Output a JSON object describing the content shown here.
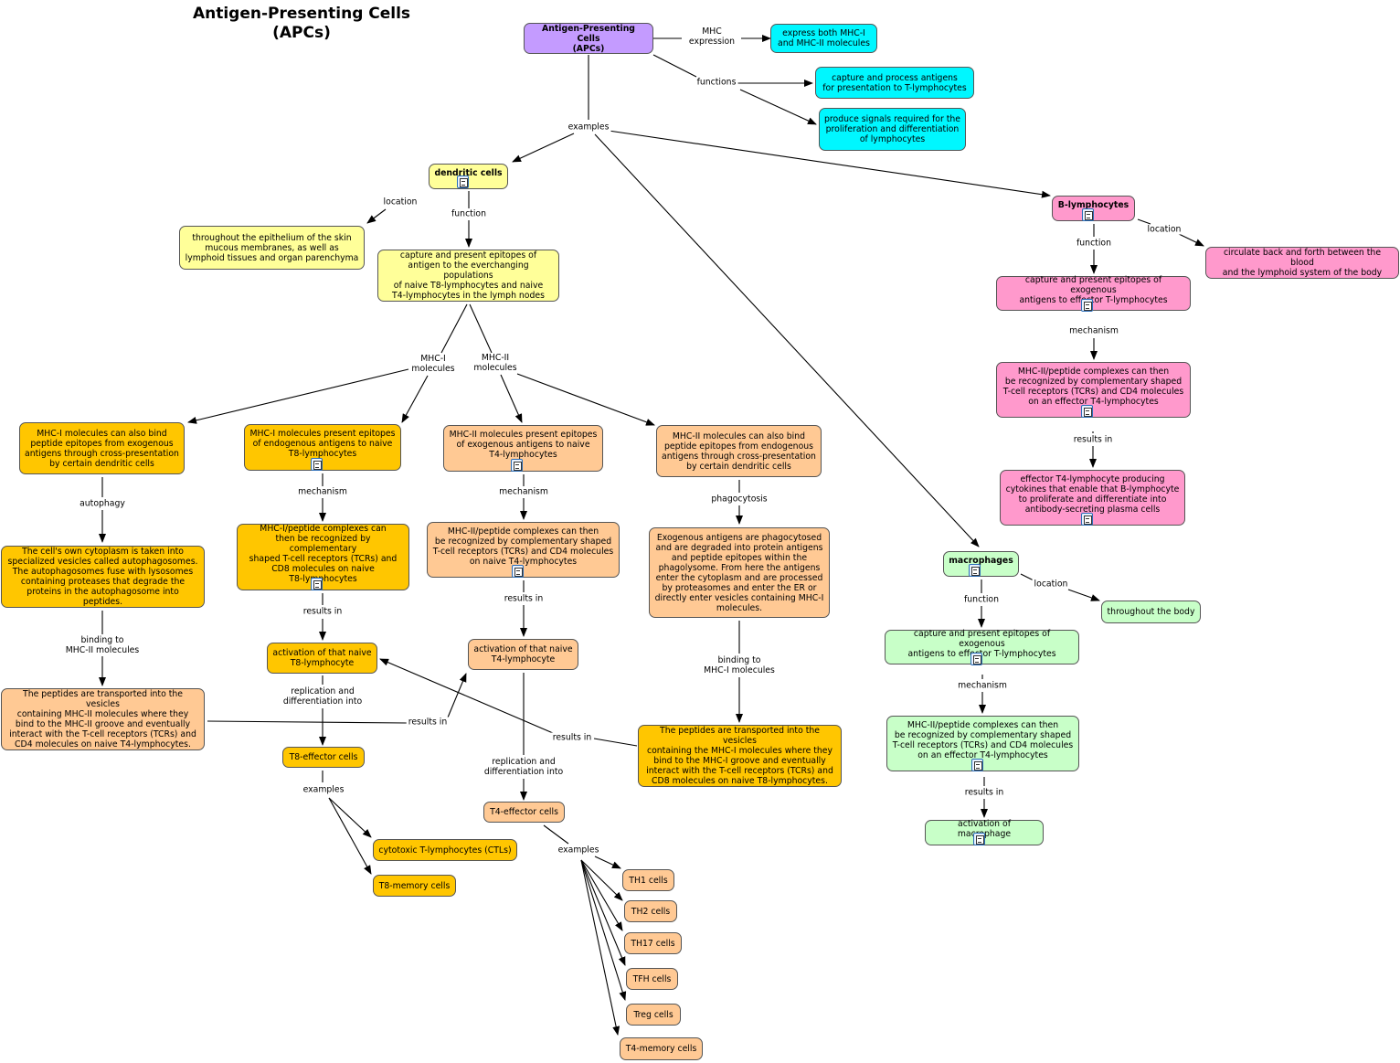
{
  "title": "Antigen-Presenting Cells\n(APCs)",
  "colors": {
    "purple": "#c49bff",
    "cyan": "#00f7ff",
    "yellow": "#ffff99",
    "gold": "#ffc600",
    "peach": "#ffc994",
    "pink": "#ff99cc",
    "green": "#c8ffc8",
    "line": "#000000"
  },
  "nodes": [
    {
      "id": "apc",
      "text": "Antigen-Presenting Cells\n(APCs)",
      "color": "purple",
      "bold": true,
      "icon": false
    },
    {
      "id": "mhc_both",
      "text": "express both MHC-I\nand MHC-II molecules",
      "color": "cyan",
      "icon": false
    },
    {
      "id": "capture_process",
      "text": "capture and process antigens\nfor presentation to T-lymphocytes",
      "color": "cyan",
      "icon": false
    },
    {
      "id": "signals",
      "text": "produce signals required for the\nproliferation and differentiation\nof lymphocytes",
      "color": "cyan",
      "icon": false
    },
    {
      "id": "dendritic",
      "text": "dendritic cells",
      "color": "yellow",
      "bold": true,
      "icon": true
    },
    {
      "id": "dc_location",
      "text": "throughout the epithelium of the skin\nmucous membranes, as well as\nlymphoid tissues and organ parenchyma",
      "color": "yellow",
      "icon": false
    },
    {
      "id": "dc_function",
      "text": "capture and  present epitopes of\nantigen to the everchanging populations\nof naive T8-lymphocytes and naive\nT4-lymphocytes in the lymph nodes",
      "color": "yellow",
      "icon": false
    },
    {
      "id": "mhc1_cross",
      "text": "MHC-I molecules can also bind\npeptide epitopes from exogenous\nantigens through cross-presentation\nby certain dendritic cells",
      "color": "gold",
      "icon": false
    },
    {
      "id": "mhc1_endo",
      "text": "MHC-I molecules present epitopes\nof endogenous antigens to naive\nT8-lymphocytes",
      "color": "gold",
      "icon": true
    },
    {
      "id": "mhc2_exo",
      "text": "MHC-II molecules present epitopes\nof exogenous antigens to naive\nT4-lymphocytes",
      "color": "peach",
      "icon": true
    },
    {
      "id": "mhc2_cross",
      "text": "MHC-II molecules can also bind\npeptide epitopes from endogenous\nantigens through cross-presentation\nby certain dendritic cells",
      "color": "peach",
      "icon": false
    },
    {
      "id": "autophago",
      "text": "The cell's own cytoplasm is taken into\nspecialized vesicles called autophagosomes.\nThe autophagosomes fuse with lysosomes\ncontaining proteases that degrade the\nproteins in the autophagosome into peptides.",
      "color": "gold",
      "icon": false
    },
    {
      "id": "mhc1_complex",
      "text": "MHC-I/peptide complexes can\nthen be recognized by complementary\nshaped T-cell receptors (TCRs) and\nCD8 molecules on naive\nT8-lymphocytes",
      "color": "gold",
      "icon": true
    },
    {
      "id": "mhc2_complex",
      "text": "MHC-II/peptide complexes can then\nbe recognized by complementary shaped\nT-cell receptors (TCRs) and CD4 molecules\non naive T4-lymphocytes",
      "color": "peach",
      "icon": true
    },
    {
      "id": "exo_phago",
      "text": "Exogenous antigens are phagocytosed\nand are degraded into protein antigens\nand peptide epitopes within the\nphagolysome. From here the antigens\nenter the cytoplasm and are processed\nby proteasomes and enter the ER or\ndirectly enter vesicles containing MHC-I\nmolecules.",
      "color": "peach",
      "icon": false
    },
    {
      "id": "peptides_mhc2",
      "text": "The peptides are transported into the vesicles\ncontaining MHC-II molecules where they\nbind to the MHC-II groove and eventually\ninteract with the T-cell receptors (TCRs) and\nCD4 molecules on naive T4-lymphocytes.",
      "color": "peach",
      "icon": false
    },
    {
      "id": "act_t8",
      "text": "activation of that naive\nT8-lymphocyte",
      "color": "gold",
      "icon": false
    },
    {
      "id": "act_t4",
      "text": "activation of that naive\nT4-lymphocyte",
      "color": "peach",
      "icon": false
    },
    {
      "id": "peptides_mhc1",
      "text": "The peptides are transported into the vesicles\ncontaining the MHC-I molecules where they\nbind to the MHC-I groove and eventually\ninteract with the T-cell receptors (TCRs) and\nCD8 molecules on naive T8-lymphocytes.",
      "color": "gold",
      "icon": false
    },
    {
      "id": "t8_effector",
      "text": "T8-effector cells",
      "color": "gold",
      "icon": false
    },
    {
      "id": "ctl",
      "text": "cytotoxic T-lymphocytes (CTLs)",
      "color": "gold",
      "icon": false
    },
    {
      "id": "t8_memory",
      "text": "T8-memory cells",
      "color": "gold",
      "icon": false
    },
    {
      "id": "t4_effector",
      "text": "T4-effector cells",
      "color": "peach",
      "icon": false
    },
    {
      "id": "th1",
      "text": "TH1 cells",
      "color": "peach",
      "icon": false
    },
    {
      "id": "th2",
      "text": "TH2 cells",
      "color": "peach",
      "icon": false
    },
    {
      "id": "th17",
      "text": "TH17 cells",
      "color": "peach",
      "icon": false
    },
    {
      "id": "tfh",
      "text": "TFH cells",
      "color": "peach",
      "icon": false
    },
    {
      "id": "treg",
      "text": "Treg cells",
      "color": "peach",
      "icon": false
    },
    {
      "id": "t4_memory",
      "text": "T4-memory cells",
      "color": "peach",
      "icon": false
    },
    {
      "id": "b_lymph",
      "text": "B-lymphocytes",
      "color": "pink",
      "bold": true,
      "icon": true
    },
    {
      "id": "b_location",
      "text": "circulate back and forth between the blood\nand the lymphoid system of the body",
      "color": "pink",
      "icon": false
    },
    {
      "id": "b_function",
      "text": "capture and present epitopes of exogenous\nantigens to effector T-lymphocytes",
      "color": "pink",
      "icon": true
    },
    {
      "id": "b_mechanism",
      "text": "MHC-II/peptide complexes can then\nbe recognized by complementary shaped\nT-cell receptors (TCRs) and CD4 molecules\non an effector T4-lymphocytes",
      "color": "pink",
      "icon": true
    },
    {
      "id": "b_result",
      "text": "effector T4-lymphocyte producing\ncytokines that enable that B-lymphocyte\nto proliferate and differentiate into\nantibody-secreting plasma cells",
      "color": "pink",
      "icon": true
    },
    {
      "id": "macrophages",
      "text": "macrophages",
      "color": "green",
      "bold": true,
      "icon": true
    },
    {
      "id": "m_location",
      "text": "throughout the body",
      "color": "green",
      "icon": false
    },
    {
      "id": "m_function",
      "text": "capture and present epitopes of exogenous\nantigens to effector T-lymphocytes",
      "color": "green",
      "icon": true
    },
    {
      "id": "m_mechanism",
      "text": "MHC-II/peptide complexes can then\nbe recognized by complementary shaped\nT-cell receptors (TCRs) and CD4 molecules\non an effector T4-lymphocytes",
      "color": "green",
      "icon": true
    },
    {
      "id": "m_result",
      "text": "activation of macrophage",
      "color": "green",
      "icon": true
    }
  ],
  "edge_labels": [
    {
      "id": "l_mhc_expr",
      "text": "MHC\nexpression"
    },
    {
      "id": "l_functions",
      "text": "functions"
    },
    {
      "id": "l_examples",
      "text": "examples"
    },
    {
      "id": "l_dc_location",
      "text": "location"
    },
    {
      "id": "l_dc_function",
      "text": "function"
    },
    {
      "id": "l_mhc1_mol",
      "text": "MHC-I\nmolecules"
    },
    {
      "id": "l_mhc2_mol",
      "text": "MHC-II\nmolecules"
    },
    {
      "id": "l_autophagy",
      "text": "autophagy"
    },
    {
      "id": "l_mech1",
      "text": "mechanism"
    },
    {
      "id": "l_mech2",
      "text": "mechanism"
    },
    {
      "id": "l_phago",
      "text": "phagocytosis"
    },
    {
      "id": "l_bind_mhc2",
      "text": "binding to\nMHC-II molecules"
    },
    {
      "id": "l_res1",
      "text": "results in"
    },
    {
      "id": "l_res2",
      "text": "results in"
    },
    {
      "id": "l_bind_mhc1",
      "text": "binding to\nMHC-I molecules"
    },
    {
      "id": "l_repl1",
      "text": "replication and\ndifferentiation into"
    },
    {
      "id": "l_res_left",
      "text": "results in"
    },
    {
      "id": "l_res_right",
      "text": "results in"
    },
    {
      "id": "l_repl2",
      "text": "replication and\ndifferentiation into"
    },
    {
      "id": "l_ex_t8",
      "text": "examples"
    },
    {
      "id": "l_ex_t4",
      "text": "examples"
    },
    {
      "id": "l_b_location",
      "text": "location"
    },
    {
      "id": "l_b_function",
      "text": "function"
    },
    {
      "id": "l_b_mech",
      "text": "mechanism"
    },
    {
      "id": "l_b_res",
      "text": "results in"
    },
    {
      "id": "l_m_location",
      "text": "location"
    },
    {
      "id": "l_m_function",
      "text": "function"
    },
    {
      "id": "l_m_mech",
      "text": "mechanism"
    },
    {
      "id": "l_m_res",
      "text": "results in"
    }
  ]
}
